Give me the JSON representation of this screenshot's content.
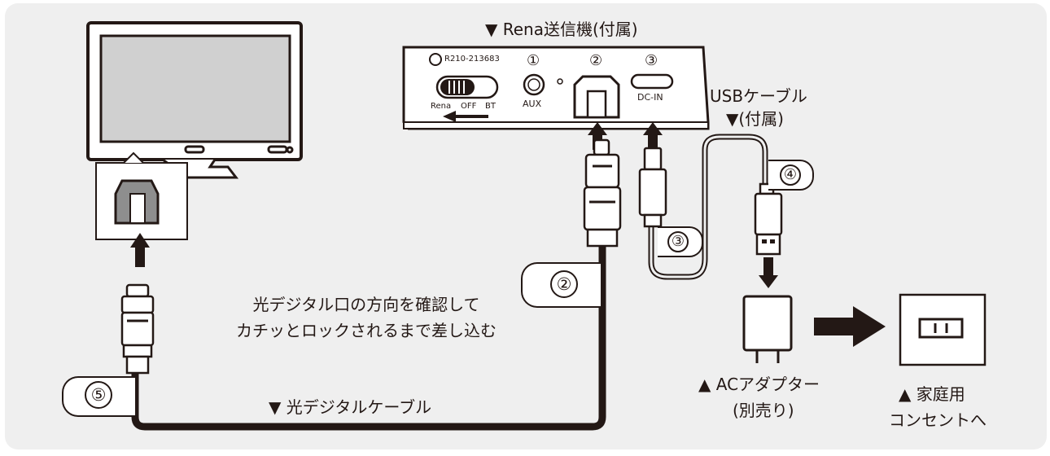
{
  "transmitter": {
    "title": "▼ Rena送信機(付属)",
    "cert": "R210-213683",
    "switch_labels": [
      "Rena",
      "OFF",
      "BT"
    ],
    "ports": [
      {
        "num": "①",
        "label": "AUX"
      },
      {
        "num": "②",
        "label": ""
      },
      {
        "num": "③",
        "label": "DC-IN"
      }
    ]
  },
  "usb_cable": {
    "line1": "USBケーブル",
    "line2": "▼(付属)"
  },
  "steps": {
    "s2": "②",
    "s3": "③",
    "s4": "④",
    "s5": "⑤"
  },
  "instruction": {
    "line1": "光デジタル口の方向を確認して",
    "line2": "カチッとロックされるまで差し込む"
  },
  "optical_cable_label": "▼ 光デジタルケーブル",
  "ac_adapter": {
    "line1": "▲ ACアダプター",
    "line2": "(別売り)"
  },
  "outlet": {
    "line1": "▲ 家庭用",
    "line2": "コンセントへ"
  },
  "colors": {
    "background": "#EFEFEF",
    "ink": "#231815",
    "screen": "#D0D0D0",
    "port_gray": "#8E8E8E"
  }
}
